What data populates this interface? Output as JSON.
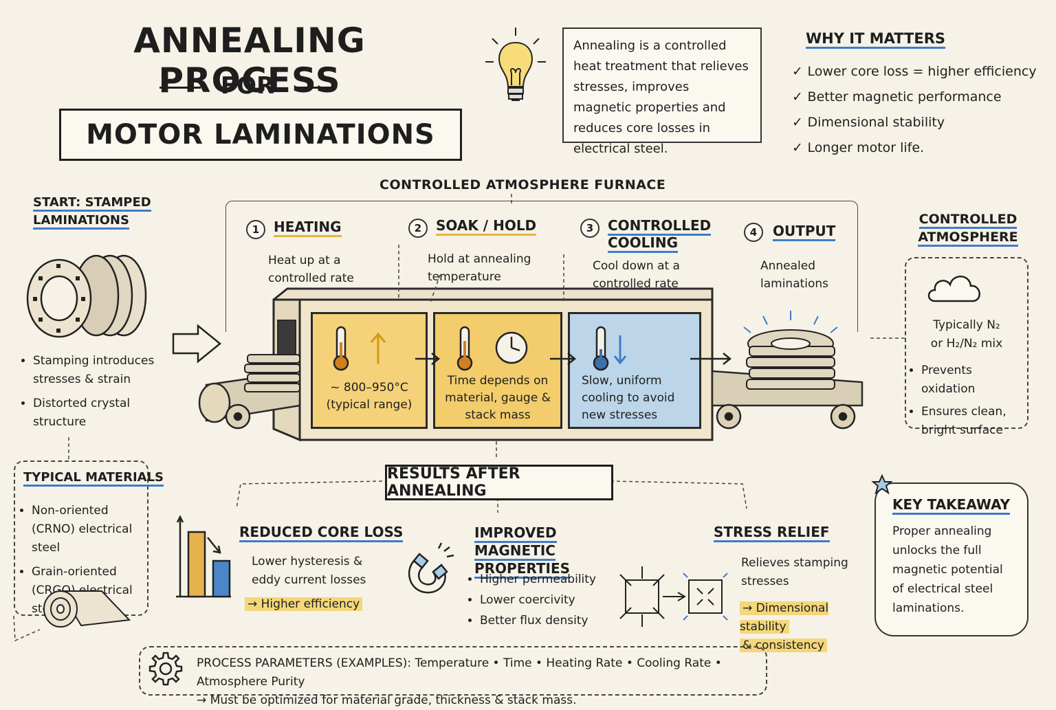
{
  "header": {
    "title_line1": "ANNEALING PROCESS",
    "title_line2": "FOR",
    "title_line3": "MOTOR LAMINATIONS",
    "intro": "Annealing is a controlled heat treatment that relieves stresses, improves magnetic properties and reduces core losses in electrical steel."
  },
  "why": {
    "title": "WHY IT MATTERS",
    "items": [
      "Lower core loss = higher efficiency",
      "Better magnetic performance",
      "Dimensional stability",
      "Longer motor life."
    ]
  },
  "furnace": {
    "label": "CONTROLLED ATMOSPHERE FURNACE"
  },
  "start": {
    "title": "START: STAMPED LAMINATIONS",
    "bullets": [
      "Stamping introduces stresses & strain",
      "Distorted crystal structure"
    ]
  },
  "materials": {
    "title": "TYPICAL MATERIALS",
    "bullets": [
      "Non-oriented (CRNO) electrical steel",
      "Grain-oriented (CRGO) electrical steel"
    ]
  },
  "steps": [
    {
      "num": "1",
      "title": "HEATING",
      "desc": "Heat up at a controlled rate",
      "zone_text": "~ 800–950°C (typical range)"
    },
    {
      "num": "2",
      "title": "SOAK / HOLD",
      "desc": "Hold at annealing temperature",
      "zone_text": "Time depends on material, gauge & stack mass"
    },
    {
      "num": "3",
      "title": "CONTROLLED COOLING",
      "desc": "Cool down at a controlled rate",
      "zone_text": "Slow, uniform cooling to avoid new stresses"
    },
    {
      "num": "4",
      "title": "OUTPUT",
      "desc": "Annealed laminations"
    }
  ],
  "atmosphere": {
    "title": "CONTROLLED ATMOSPHERE",
    "gas_line1": "Typically N₂",
    "gas_line2": "or H₂/N₂ mix",
    "bullets": [
      "Prevents oxidation",
      "Ensures clean, bright surface"
    ]
  },
  "results": {
    "banner": "RESULTS AFTER ANNEALING",
    "core_loss": {
      "title": "REDUCED CORE LOSS",
      "desc": "Lower hysteresis & eddy current losses",
      "highlight": "→ Higher efficiency"
    },
    "magnetic": {
      "title": "IMPROVED MAGNETIC PROPERTIES",
      "bullets": [
        "Higher permeability",
        "Lower coercivity",
        "Better flux density"
      ]
    },
    "stress": {
      "title": "STRESS RELIEF",
      "desc": "Relieves stamping stresses",
      "highlight_line1": "→ Dimensional stability",
      "highlight_line2": "& consistency"
    }
  },
  "takeaway": {
    "title": "KEY TAKEAWAY",
    "text": "Proper annealing unlocks the full magnetic potential of electrical steel laminations."
  },
  "params": {
    "line1_label": "PROCESS PARAMETERS (EXAMPLES):",
    "line1_items": "Temperature • Time • Heating Rate • Cooling Rate • Atmosphere Purity",
    "line2": "→ Must be optimized for material grade, thickness & stack mass."
  },
  "colors": {
    "heat": "#f2c65a",
    "cool": "#a9cbe6",
    "accent_blue": "#3d7cc9",
    "accent_yellow": "#e5b53a"
  },
  "icons": [
    "lightbulb-icon",
    "thermometer-icon",
    "clock-icon",
    "cloud-icon",
    "magnet-icon",
    "gear-icon",
    "star-icon",
    "bar-chart-icon",
    "lamination-roll-icon"
  ]
}
